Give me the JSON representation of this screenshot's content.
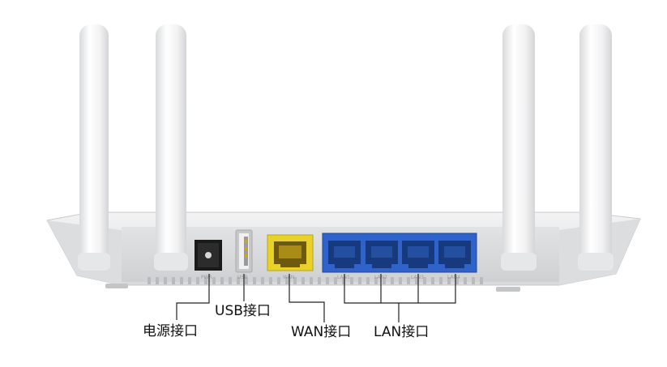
{
  "callouts": {
    "power": "电源接口",
    "usb": "USB接口",
    "wan": "WAN接口",
    "lan": "LAN接口"
  },
  "port_labels": {
    "power": "PWR",
    "usb": "USB",
    "wan": "WAN",
    "lan": [
      "LAN1",
      "LAN2",
      "LAN3",
      "LAN4"
    ]
  },
  "colors": {
    "wan_port": "#e8d22a",
    "lan_ports": "#2f63c9",
    "body": "#e9eaec",
    "line": "#222222"
  }
}
